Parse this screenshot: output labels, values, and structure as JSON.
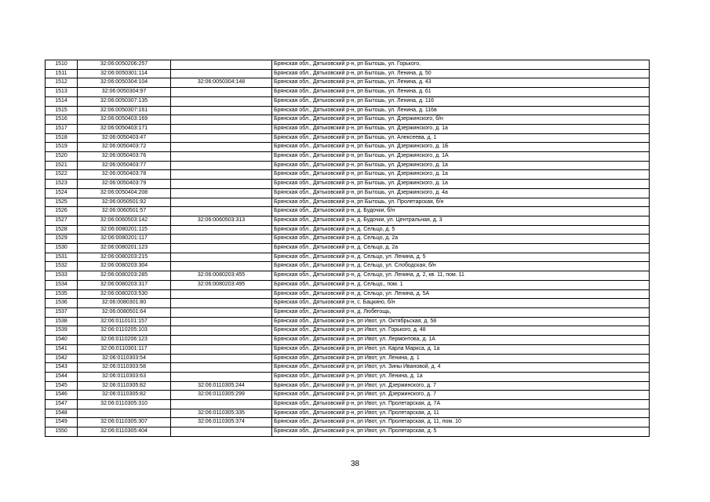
{
  "page_number": "38",
  "rows": [
    {
      "num": "1510",
      "cad": "32:06:0050206:257",
      "old": "",
      "addr": "Брянская обл., Дятьковский р-н, рп Бытошь, ул. Горького,"
    },
    {
      "num": "1511",
      "cad": "32:06:0050301:114",
      "old": "",
      "addr": "Брянская обл., Дятьковский р-н, рп Бытошь, ул. Ленина, д. 50"
    },
    {
      "num": "1512",
      "cad": "32:06:0050304:104",
      "old": "32:06:0050304:148",
      "addr": "Брянская обл., Дятьковский р-н, рп Бытошь, ул. Ленина, д. 43"
    },
    {
      "num": "1513",
      "cad": "32:06:0050304:97",
      "old": "",
      "addr": "Брянская обл., Дятьковский р-н, рп Бытошь, ул. Ленина, д. 61"
    },
    {
      "num": "1514",
      "cad": "32:06:0050307:135",
      "old": "",
      "addr": "Брянская обл., Дятьковский р-н, рп Бытошь, ул. Ленина, д. 116"
    },
    {
      "num": "1515",
      "cad": "32:06:0050307:161",
      "old": "",
      "addr": "Брянская обл., Дятьковский р-н, рп Бытошь, ул. Ленина, д. 116в"
    },
    {
      "num": "1516",
      "cad": "32:06:0050403:169",
      "old": "",
      "addr": "Брянская обл., Дятьковский р-н, рп Бытошь, ул. Дзержинского, б/н"
    },
    {
      "num": "1517",
      "cad": "32:06:0050403:171",
      "old": "",
      "addr": "Брянская обл., Дятьковский р-н, рп Бытошь, ул. Дзержинского, д. 1а"
    },
    {
      "num": "1518",
      "cad": "32:06:0050403:47",
      "old": "",
      "addr": "Брянская обл., Дятьковский р-н, рп Бытошь, ул. Алексеева, д. 1"
    },
    {
      "num": "1519",
      "cad": "32:06:0050403:72",
      "old": "",
      "addr": "Брянская обл., Дятьковский р-н, рп Бытошь, ул. Дзержинского, д. 1Б"
    },
    {
      "num": "1520",
      "cad": "32:06:0050403:76",
      "old": "",
      "addr": "Брянская обл., Дятьковский р-н, рп Бытошь, ул. Дзержинского, д. 1А"
    },
    {
      "num": "1521",
      "cad": "32:06:0050403:77",
      "old": "",
      "addr": "Брянская обл., Дятьковский р-н, рп Бытошь, ул. Дзержинского, д. 1а"
    },
    {
      "num": "1522",
      "cad": "32:06:0050403:78",
      "old": "",
      "addr": "Брянская обл., Дятьковский р-н, рп Бытошь, ул. Дзержинского, д. 1а"
    },
    {
      "num": "1523",
      "cad": "32:06:0050403:79",
      "old": "",
      "addr": "Брянская обл., Дятьковский р-н, рп Бытошь, ул. Дзержинского, д. 1а"
    },
    {
      "num": "1524",
      "cad": "32:06:0050404:208",
      "old": "",
      "addr": "Брянская обл., Дятьковский р-н, рп Бытошь, ул. Дзержинского, д. 4а"
    },
    {
      "num": "1525",
      "cad": "32:06:0050501:92",
      "old": "",
      "addr": "Брянская обл., Дятьковский р-н, рп Бытошь, ул. Пролетарская, б/н"
    },
    {
      "num": "1526",
      "cad": "32:06:0060501:57",
      "old": "",
      "addr": "Брянская обл., Дятьковский р-н, д. Будочки, б/н"
    },
    {
      "num": "1527",
      "cad": "32:06:0060503:142",
      "old": "32:06:0060503:313",
      "addr": "Брянская обл., Дятьковский р-н, д. Будочки, ул. Центральная, д. 3"
    },
    {
      "num": "1528",
      "cad": "32:06:0080201:115",
      "old": "",
      "addr": "Брянская обл., Дятьковский р-н, д. Сельцо, д. 5"
    },
    {
      "num": "1529",
      "cad": "32:06:0080201:117",
      "old": "",
      "addr": "Брянская обл., Дятьковский р-н, д. Сельцо, д. 2а"
    },
    {
      "num": "1530",
      "cad": "32:06:0080201:123",
      "old": "",
      "addr": "Брянская обл., Дятьковский р-н, д. Сельцо, д. 2а"
    },
    {
      "num": "1531",
      "cad": "32:06:0080203:215",
      "old": "",
      "addr": "Брянская обл., Дятьковский р-н, д. Сельцо, ул. Ленина, д. 5"
    },
    {
      "num": "1532",
      "cad": "32:06:0080203:304",
      "old": "",
      "addr": "Брянская обл., Дятьковский р-н, д. Сельцо, ул. Слободская, б/н"
    },
    {
      "num": "1533",
      "cad": "32:06:0080203:285",
      "old": "32:06:0080203:455",
      "addr": "Брянская обл., Дятьковский р-н, д. Сельцо, ул. Ленина, д. 2, кв. 11, пом. 11"
    },
    {
      "num": "1534",
      "cad": "32:06:0080203:317",
      "old": "32:06:0080203:495",
      "addr": "Брянская обл., Дятьковский р-н, д. Сельцо,, пом. 1"
    },
    {
      "num": "1535",
      "cad": "32:06:0080203:530",
      "old": "",
      "addr": "Брянская обл., Дятьковский р-н, д. Сельцо, ул. Ленина, д. 5А"
    },
    {
      "num": "1536",
      "cad": "32:06:0080301:80",
      "old": "",
      "addr": "Брянская обл., Дятьковский р-н, с. Бацкино, б/н"
    },
    {
      "num": "1537",
      "cad": "32:06:0080501:64",
      "old": "",
      "addr": "Брянская обл., Дятьковский р-н, д. Любегощь,"
    },
    {
      "num": "1538",
      "cad": "32:06:0110101:157",
      "old": "",
      "addr": "Брянская обл., Дятьковский р-н, рп Ивот, ул. Октябрьская, д. 58"
    },
    {
      "num": "1539",
      "cad": "32:06:0110205:103",
      "old": "",
      "addr": "Брянская обл., Дятьковский р-н, рп Ивот, ул. Горького, д. 48"
    },
    {
      "num": "1540",
      "cad": "32:06:0110206:123",
      "old": "",
      "addr": "Брянская обл., Дятьковский р-н, рп Ивот, ул. Лермонтова, д. 1А"
    },
    {
      "num": "1541",
      "cad": "32:06:0110301:117",
      "old": "",
      "addr": "Брянская обл., Дятьковский р-н, рп Ивот, ул. Карла Маркса, д. 1а"
    },
    {
      "num": "1542",
      "cad": "32:06:0110303:54",
      "old": "",
      "addr": "Брянская обл., Дятьковский р-н, рп Ивот, ул. Ленина, д. 1"
    },
    {
      "num": "1543",
      "cad": "32:06:0110303:58",
      "old": "",
      "addr": "Брянская обл., Дятьковский р-н, рп Ивот, ул. Зины Ивановой, д. 4"
    },
    {
      "num": "1544",
      "cad": "32:06:0110303:63",
      "old": "",
      "addr": "Брянская обл., Дятьковский р-н, рп Ивот, ул. Ленина, д. 1а"
    },
    {
      "num": "1545",
      "cad": "32:06:0110305:82",
      "old": "32:06:0110305:244",
      "addr": "Брянская обл., Дятьковский р-н, рп Ивот, ул. Дзержинского, д. 7"
    },
    {
      "num": "1546",
      "cad": "32:06:0110305:82",
      "old": "32:06:0110305:299",
      "addr": "Брянская обл., Дятьковский р-н, рп Ивот, ул. Дзержинского, д. 7"
    },
    {
      "num": "1547",
      "cad": "32:06:0110305:310",
      "old": "",
      "addr": "Брянская обл., Дятьковский р-н, рп Ивот, ул. Пролетарская, д. 7А"
    },
    {
      "num": "1548",
      "cad": "",
      "old": "32:06:0110305:335",
      "addr": "Брянская обл., Дятьковский р-н, рп Ивот, ул. Пролетарская, д. 11"
    },
    {
      "num": "1549",
      "cad": "32:06:0110305:307",
      "old": "32:06:0110305:374",
      "addr": "Брянская обл., Дятьковский р-н, рп Ивот, ул. Пролетарская, д. 11, пом. 10"
    },
    {
      "num": "1550",
      "cad": "32:06:0110305:404",
      "old": "",
      "addr": "Брянская обл., Дятьковский р-н, рп Ивот, ул. Пролетарская, д. 5"
    }
  ]
}
